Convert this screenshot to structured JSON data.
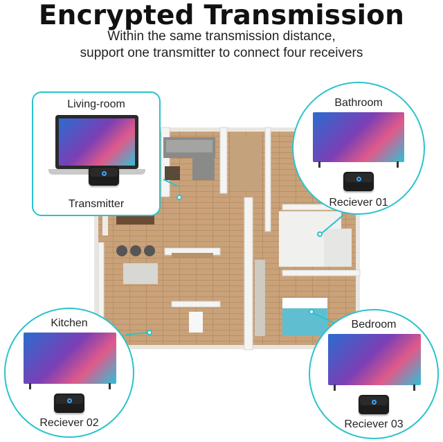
{
  "header": {
    "title": "Encrypted Transmission",
    "subtitle_line1": "Within the same transmission distance,",
    "subtitle_line2": "support one transmitter to connect four receivers"
  },
  "rooms": {
    "living_room": {
      "label": "Living-room",
      "device": "Transmitter"
    },
    "bathroom": {
      "label": "Bathroom",
      "device": "Reciever 01"
    },
    "kitchen": {
      "label": "Kitchen",
      "device": "Reciever 02"
    },
    "bedroom": {
      "label": "Bedroom",
      "device": "Reciever 03"
    }
  },
  "colors": {
    "accent": "#29c3cc",
    "floor": "#c9a27a",
    "wall": "#f4f4f2",
    "device": "#1c1c1c",
    "led": "#3aa6ff"
  }
}
